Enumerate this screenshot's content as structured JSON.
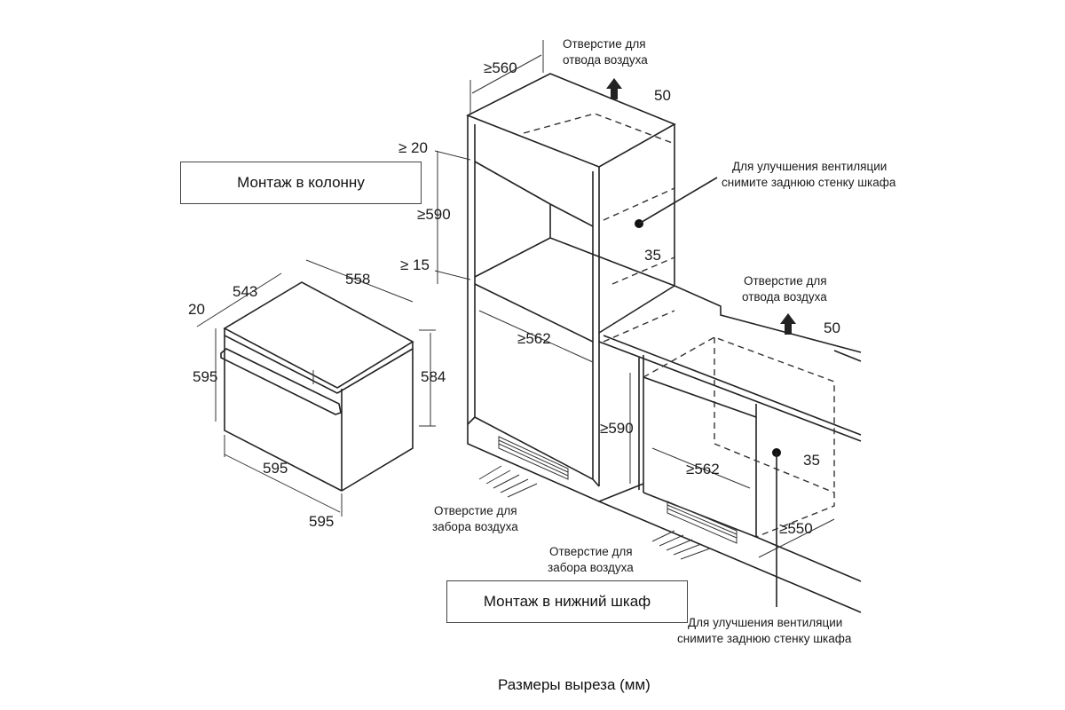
{
  "labels": {
    "column_mount": "Монтаж в колонну",
    "under_counter_mount": "Монтаж в нижний шкаф",
    "caption": "Размеры выреза (мм)"
  },
  "notes": {
    "exhaust_top": [
      "Отверстие для",
      "отвода воздуха"
    ],
    "exhaust_mid": [
      "Отверстие для",
      "отвода воздуха"
    ],
    "vent_upper": [
      "Для улучшения вентиляции",
      "снимите заднюю стенку шкафа"
    ],
    "vent_lower": [
      "Для улучшения вентиляции",
      "снимите заднюю стенку шкафа"
    ],
    "intake_left": [
      "Отверстие для",
      "забора воздуха"
    ],
    "intake_right": [
      "Отверстие для",
      "забора воздуха"
    ]
  },
  "oven_dimensions": {
    "depth_top": "543",
    "width_top": "558",
    "panel_thickness": "20",
    "front_height": "595",
    "body_height": "584",
    "front_width": "595",
    "total_depth": "595"
  },
  "column_dimensions": {
    "depth": "≥560",
    "top_vent_gap": "50",
    "upper_gap": "≥ 20",
    "niche_height": "≥590",
    "lower_gap": "≥ 15",
    "rear_gap": "35",
    "niche_width": "≥562"
  },
  "undercounter_dimensions": {
    "top_vent_gap": "50",
    "niche_height": "≥590",
    "niche_width": "≥562",
    "rear_gap": "35",
    "depth": "≥550"
  }
}
